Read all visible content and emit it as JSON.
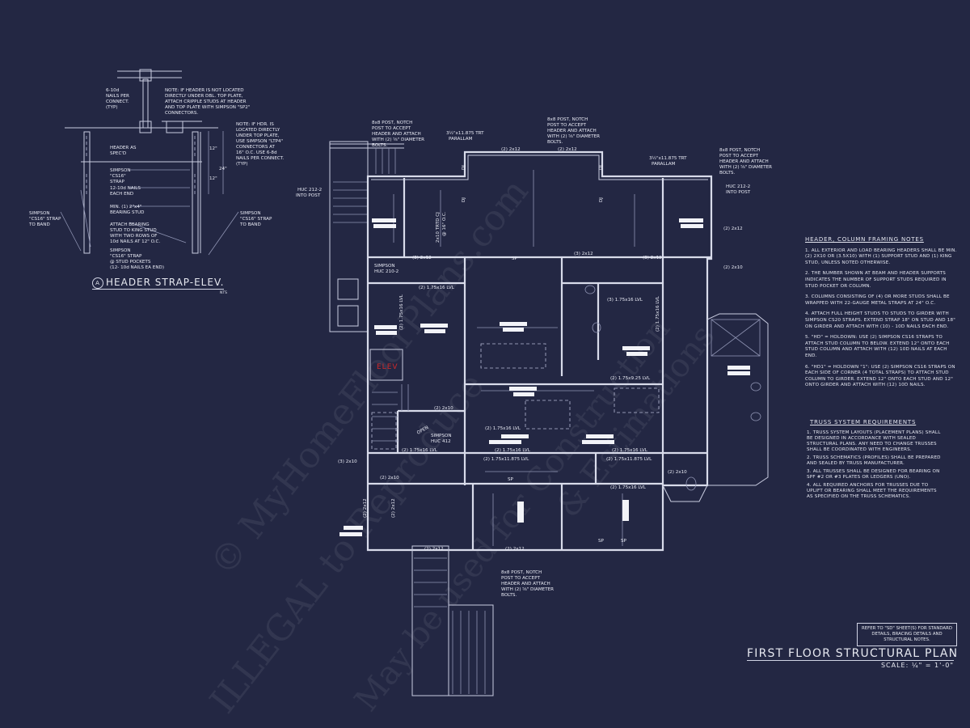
{
  "watermarks": [
    "© MyHomeFloorPlans.com",
    "ILLEGAL to Reproduce",
    "May be used for Construction",
    "& Estimations"
  ],
  "detail": {
    "title": "HEADER STRAP-ELEV.",
    "marker": "A",
    "nts": "NTS",
    "labels": {
      "nails_per_connect": [
        "6-10d",
        "NAILS PER",
        "CONNECT.",
        "(TYP)"
      ],
      "note_header_not_located": [
        "NOTE: IF HEADER IS NOT LOCATED",
        "DIRECTLY UNDER DBL. TOP PLATE,",
        "ATTACH CRIPPLE STUDS AT HEADER",
        "AND TOP PLATE WITH SIMPSON \"SP2\"",
        "CONNECTORS."
      ],
      "note_hdr_located": [
        "NOTE: IF HDR. IS",
        "LOCATED DIRECTLY",
        "UNDER TOP PLATE,",
        "USE SIMPSON \"LTP4\"",
        "CONNECTORS AT",
        "16\" O.C.  USE 6-8d",
        "NAILS PER CONNECT.",
        "(TYP)"
      ],
      "header_as_specd": [
        "HEADER AS",
        "SPEC'D"
      ],
      "simpson_cs16_strap": [
        "SIMPSON",
        "\"CS16\"",
        "STRAP"
      ],
      "nails_each_end": [
        "12-10d NAILS",
        "EACH END"
      ],
      "bearing_stud": [
        "MIN. (1) 2\"x4\"",
        "BEARING STUD"
      ],
      "attach_bearing": [
        "ATTACH BEARING",
        "STUD TO KING STUD",
        "WITH TWO ROWS OF",
        "10d NAILS AT 12\" O.C."
      ],
      "stud_pockets": [
        "SIMPSON",
        "\"CS16\" STRAP",
        "@ STUD POCKETS",
        "(12- 10d NAILS EA END)"
      ],
      "strap_to_band_left": [
        "SIMPSON",
        "\"CS16\" STRAP",
        "TO BAND"
      ],
      "strap_to_band_right": [
        "SIMPSON",
        "\"CS16\" STRAP",
        "TO BAND"
      ],
      "dim_12a": "12\"",
      "dim_12b": "12\"",
      "dim_24": "24\""
    }
  },
  "plan": {
    "title": "FIRST FLOOR STRUCTURAL PLAN",
    "scale": "SCALE: ¼\" = 1'-0\"",
    "reference_note": "REFER TO \"SD\" SHEET(S) FOR STANDARD DETAILS, BRACING DETAILS AND STRUCTURAL NOTES.",
    "elev_label": "ELEV",
    "callouts": {
      "post_top_left": [
        "8x8 POST, NOTCH",
        "POST TO ACCEPT",
        "HEADER AND ATTACH",
        "WITH (2) ⅝\" DIAMETER",
        "BOLTS."
      ],
      "post_top_center": [
        "8x8 POST, NOTCH",
        "POST TO ACCEPT",
        "HEADER AND ATTACH",
        "WITH (2) ⅝\" DIAMETER",
        "BOLTS."
      ],
      "post_top_right": [
        "8x8 POST, NOTCH",
        "POST TO ACCEPT",
        "HEADER AND ATTACH",
        "WITH (2) ⅝\" DIAMETER",
        "BOLTS."
      ],
      "post_bottom": [
        "8x8 POST, NOTCH",
        "POST TO ACCEPT",
        "HEADER AND ATTACH",
        "WITH (2) ⅝\" DIAMETER",
        "BOLTS."
      ],
      "parallam_left": [
        "3½\"x11.875 TRT",
        "PARALLAM"
      ],
      "parallam_right": [
        "3½\"x11.875 TRT",
        "PARALLAM"
      ],
      "huc_left": [
        "HUC 212-2",
        "INTO POST"
      ],
      "huc_right": [
        "HUC 212-2",
        "INTO POST"
      ],
      "simpson_huc210": [
        "SIMPSON",
        "HUC 210-2"
      ],
      "simpson_huc412": [
        "SIMPSON",
        "HUC 412"
      ],
      "open": "OPEN"
    },
    "member_labels": [
      "(2) 2x12",
      "(2) 2x12",
      "(2) 2x12",
      "(2) 2x10",
      "(3) 2x12",
      "(3) 2x12",
      "(3) 2x12",
      "(2) 2x10",
      "(2) 1.75x16 LVL",
      "(2) 1.75x16 LVL",
      "(3) 1.75x16 LVL",
      "(2) 1.75x16 LVL",
      "(2) 1.75x9.25 LVL",
      "(2) 2x10",
      "(2) 1.75x16 LVL",
      "(2) 1.75x16 LVL",
      "(2) 1.75x16 LVL",
      "(2) 1.75x16 LVL",
      "(2) 1.75x11.875 LVL",
      "(2) 1.75x11.875 LVL",
      "(3) 2x10",
      "(2) 2x10",
      "(2) 1.75x16 LVL",
      "(2) 2x12",
      "(2) 2x12",
      "(2) 2x12",
      "(2) 2x12",
      "2x10 TRTD CJ",
      "@ 16\" O.C.",
      "SP",
      "SP",
      "SP",
      "SP",
      "DJ",
      "DJ",
      "DJ",
      "DJ"
    ]
  },
  "notes": {
    "header": {
      "title": "HEADER, COLUMN FRAMING NOTES",
      "items": [
        "1. ALL EXTERIOR AND LOAD BEARING HEADERS SHALL BE MIN. (2) 2x10 OR (3.5x10) WITH (1) SUPPORT STUD AND (1) KING STUD, UNLESS NOTED OTHERWISE.",
        "2. THE NUMBER SHOWN AT BEAM AND HEADER SUPPORTS INDICATES THE NUMBER OF SUPPORT STUDS REQUIRED IN STUD POCKET OR COLUMN.",
        "3. COLUMNS CONSISTING OF (4) OR MORE STUDS SHALL BE WRAPPED WITH 22-GAUGE METAL STRAPS AT 24\" O.C.",
        "4. ATTACH FULL HEIGHT STUDS TO STUDS TO GIRDER WITH SIMPSON CS20 STRAPS. EXTEND STRAP 18\" ON STUD AND 18\" ON GIRDER AND ATTACH WITH (10) - 10d NAILS EACH END.",
        "5. \"HD\" = HOLDOWN: USE (2) SIMPSON CS16 STRAPS TO ATTACH STUD COLUMN TO BELOW. EXTEND 12\" ONTO EACH STUD COLUMN AND ATTACH WITH (12) 10d NAILS AT EACH END.",
        "6. \"HD1\" = HOLDOWN \"1\": USE (2) SIMPSON CS16 STRAPS ON EACH SIDE OF CORNER (4 TOTAL STRAPS) TO ATTACH STUD COLUMN TO GIRDER. EXTEND 12\" ONTO EACH STUD AND 12\" ONTO GIRDER AND ATTACH WITH (12) 10d NAILS."
      ]
    },
    "truss": {
      "title": "TRUSS SYSTEM REQUIREMENTS",
      "items": [
        "1. TRUSS SYSTEM LAYOUTS (PLACEMENT PLANS) SHALL BE DESIGNED IN ACCORDANCE WITH SEALED STRUCTURAL PLANS. ANY NEED TO CHANGE TRUSSES SHALL BE COORDINATED WITH ENGINEERS.",
        "2. TRUSS SCHEMATICS (PROFILES) SHALL BE PREPARED AND SEALED BY TRUSS MANUFACTURER.",
        "3. ALL TRUSSES SHALL BE DESIGNED FOR BEARING ON SPF #2 OR #3 PLATES OR LEDGERS (UNO).",
        "4. ALL REQUIRED ANCHORS FOR TRUSSES DUE TO UPLIFT OR BEARING SHALL MEET THE REQUIREMENTS AS SPECIFIED ON THE TRUSS SCHEMATICS."
      ]
    }
  },
  "colors": {
    "background": "#232743",
    "lines": "#d8dbea",
    "elev": "#d02a2a"
  }
}
